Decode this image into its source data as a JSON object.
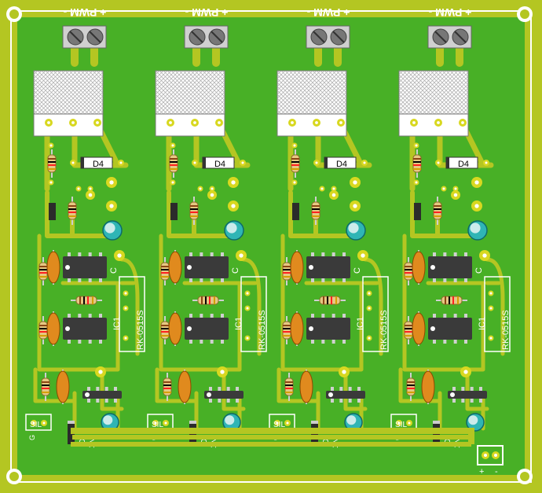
{
  "colors": {
    "board": "#b4c622",
    "copper": "#48b026",
    "copper_dark": "#2f8f18",
    "silk": "#ffffff",
    "pad": "#d8d820",
    "ic_body": "#3a3a3a",
    "heatsink": "#ffffff",
    "cap_electrolytic": "#2fb5b5",
    "cap_ceramic": "#e08a1e",
    "screw": "#8c8c8c"
  },
  "modules": [
    {
      "connector_label": "+ PWM -",
      "diode_top": "D4",
      "ic_label": "IC1",
      "dcdc_label": "RK-0515S",
      "diode_bottom": "D",
      "diode_bottom_part": "1N",
      "cap_label": "C",
      "sil_label": "SIL",
      "sil_pin": "G"
    },
    {
      "connector_label": "+ PWM -",
      "diode_top": "D4",
      "ic_label": "IC1",
      "dcdc_label": "RK-0515S",
      "diode_bottom": "D",
      "diode_bottom_part": "1N",
      "cap_label": "C",
      "sil_label": "SIL",
      "sil_pin": "G"
    },
    {
      "connector_label": "+ PWM -",
      "diode_top": "D4",
      "ic_label": "IC1",
      "dcdc_label": "RK-0515S",
      "diode_bottom": "D",
      "diode_bottom_part": "1N",
      "cap_label": "C",
      "sil_label": "SIL",
      "sil_pin": "G"
    },
    {
      "connector_label": "+ PWM -",
      "diode_top": "D4",
      "ic_label": "IC1",
      "dcdc_label": "RK-0515S",
      "diode_bottom": "D",
      "diode_bottom_part": "1N",
      "cap_label": "C",
      "sil_label": "SIL",
      "sil_pin": "G"
    }
  ],
  "power_connector": {
    "plus": "+",
    "minus": "-"
  }
}
